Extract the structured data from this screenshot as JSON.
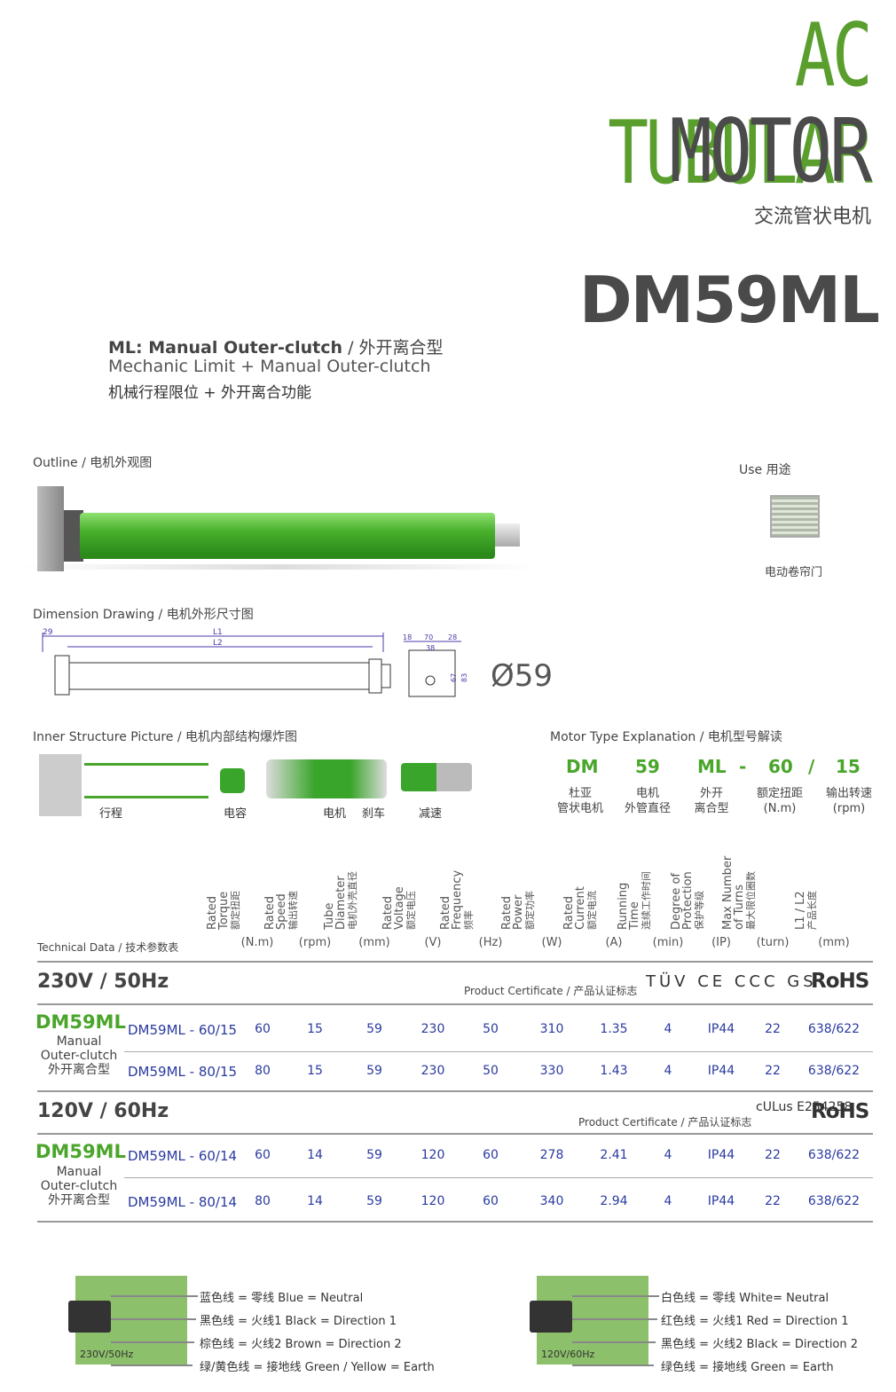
{
  "header": {
    "title_line1": "AC TUBULAR",
    "title_line2": "MOTOR",
    "title_cn": "交流管状电机",
    "model": "DM59ML"
  },
  "intro": {
    "line1_bold": "ML: Manual Outer-clutch",
    "line1_rest": " / 外开离合型",
    "line2": "Mechanic Limit + Manual Outer-clutch",
    "line3": "机械行程限位 + 外开离合功能"
  },
  "sections": {
    "outline": "Outline / 电机外观图",
    "use": "Use 用途",
    "use_item": "电动卷帘门",
    "dimension": "Dimension Drawing / 电机外形尺寸图",
    "inner": "Inner Structure Picture / 电机内部结构爆炸图",
    "mte": "Motor Type Explanation / 电机型号解读",
    "tech": "Technical Data / 技术参数表"
  },
  "dimension": {
    "d29": "29",
    "l1": "L1",
    "l2": "L2",
    "d18": "18",
    "d70": "70",
    "d38": "38",
    "d28": "28",
    "d67": "67",
    "d83": "83",
    "phi": "Ø59"
  },
  "inner_labels": [
    "行程",
    "电容",
    "电机",
    "刹车",
    "减速"
  ],
  "mte": {
    "codes": [
      "DM",
      "59",
      "ML",
      "-",
      "60",
      "/",
      "15"
    ],
    "subs": [
      [
        "杜亚",
        "管状电机"
      ],
      [
        "电机",
        "外管直径"
      ],
      [
        "外开",
        "离合型"
      ],
      [
        "额定扭距",
        "(N.m)"
      ],
      [
        "输出转速",
        "(rpm)"
      ]
    ]
  },
  "columns": [
    {
      "head": [
        "Rated",
        "Torque",
        "额定扭距"
      ],
      "unit": "(N.m)"
    },
    {
      "head": [
        "Rated",
        "Speed",
        "输出转速"
      ],
      "unit": "(rpm)"
    },
    {
      "head": [
        "Tube",
        "Diameter",
        "电机外壳直径"
      ],
      "unit": "(mm)"
    },
    {
      "head": [
        "Rated",
        "Voltage",
        "额定电压"
      ],
      "unit": "(V)"
    },
    {
      "head": [
        "Rated",
        "Frequency",
        "频率"
      ],
      "unit": "(Hz)"
    },
    {
      "head": [
        "Rated",
        "Power",
        "额定功率"
      ],
      "unit": "(W)"
    },
    {
      "head": [
        "Rated",
        "Current",
        "额定电流"
      ],
      "unit": "(A)"
    },
    {
      "head": [
        "Running",
        "Time",
        "连续工作时间"
      ],
      "unit": "(min)"
    },
    {
      "head": [
        "Degree of",
        "Protection",
        "保护等级"
      ],
      "unit": "(IP)"
    },
    {
      "head": [
        "Max Number",
        "of Turns",
        "最大限位圈数"
      ],
      "unit": "(turn)"
    },
    {
      "head": [
        "L1 / L2",
        "产品长度"
      ],
      "unit": "(mm)"
    }
  ],
  "groups": [
    {
      "title": "230V / 50Hz",
      "cert_label": "Product Certificate / 产品认证标志",
      "cert_icons": "TÜV CE CCC GS",
      "rohs": "RoHS",
      "model": "DM59ML",
      "sub": [
        "Manual",
        "Outer-clutch",
        "外开离合型"
      ],
      "rows": [
        {
          "model": "DM59ML - 60/15",
          "vals": [
            "60",
            "15",
            "59",
            "230",
            "50",
            "310",
            "1.35",
            "4",
            "IP44",
            "22",
            "638/622"
          ]
        },
        {
          "model": "DM59ML - 80/15",
          "vals": [
            "80",
            "15",
            "59",
            "230",
            "50",
            "330",
            "1.43",
            "4",
            "IP44",
            "22",
            "638/622"
          ]
        }
      ]
    },
    {
      "title": "120V / 60Hz",
      "cert_label": "Product Certificate / 产品认证标志",
      "cert_icons": "cULus E254258",
      "rohs": "RoHS",
      "model": "DM59ML",
      "sub": [
        "Manual",
        "Outer-clutch",
        "外开离合型"
      ],
      "rows": [
        {
          "model": "DM59ML - 60/14",
          "vals": [
            "60",
            "14",
            "59",
            "120",
            "60",
            "278",
            "2.41",
            "4",
            "IP44",
            "22",
            "638/622"
          ]
        },
        {
          "model": "DM59ML - 80/14",
          "vals": [
            "80",
            "14",
            "59",
            "120",
            "60",
            "340",
            "2.94",
            "4",
            "IP44",
            "22",
            "638/622"
          ]
        }
      ]
    }
  ],
  "wiring": [
    {
      "label": "230V/50Hz",
      "lines": [
        "蓝色线 = 零线  Blue = Neutral",
        "黑色线 = 火线1  Black = Direction 1",
        "棕色线 = 火线2  Brown = Direction 2",
        "绿/黄色线 = 接地线  Green / Yellow = Earth"
      ]
    },
    {
      "label": "120V/60Hz",
      "lines": [
        "白色线 = 零线  White= Neutral",
        "红色线 = 火线1  Red = Direction 1",
        "黑色线 = 火线2  Black = Direction 2",
        "绿色线 = 接地线  Green = Earth"
      ]
    }
  ],
  "colors": {
    "green": "#5a9e2e",
    "dark": "#4b4b4b",
    "value_blue": "#2a3aa0"
  }
}
